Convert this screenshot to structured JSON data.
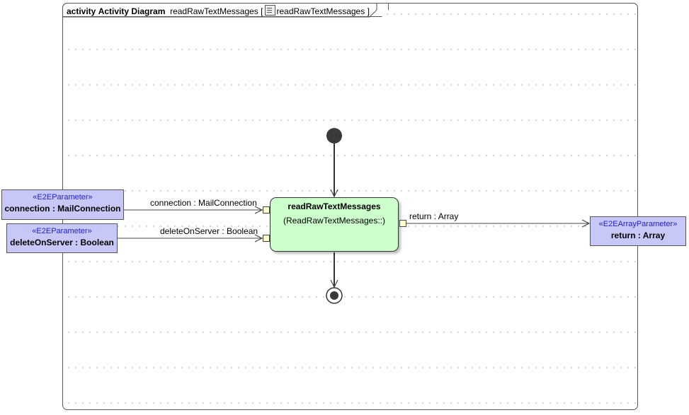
{
  "diagram": {
    "kind": "activity",
    "type_label": "Activity Diagram",
    "name": "readRawTextMessages",
    "owner_bracket_open": "[",
    "owner_name": "readRawTextMessages",
    "owner_bracket_close": "]"
  },
  "parameters": {
    "connection": {
      "stereotype": "«E2EParameter»",
      "label": "connection : MailConnection"
    },
    "deleteOnServer": {
      "stereotype": "«E2EParameter»",
      "label": "deleteOnServer : Boolean"
    },
    "return": {
      "stereotype": "«E2EArrayParameter»",
      "label": "return : Array"
    }
  },
  "action": {
    "name": "readRawTextMessages",
    "behavior": "(ReadRawTextMessages::)"
  },
  "flows": {
    "connection_label": "connection : MailConnection",
    "deleteOnServer_label": "deleteOnServer : Boolean",
    "return_label": "return : Array"
  },
  "colors": {
    "parameter_fill": "#c8c8f8",
    "action_fill": "#ccffcc",
    "pin_fill": "#ffffcc",
    "stereotype_text": "#2020c0"
  }
}
